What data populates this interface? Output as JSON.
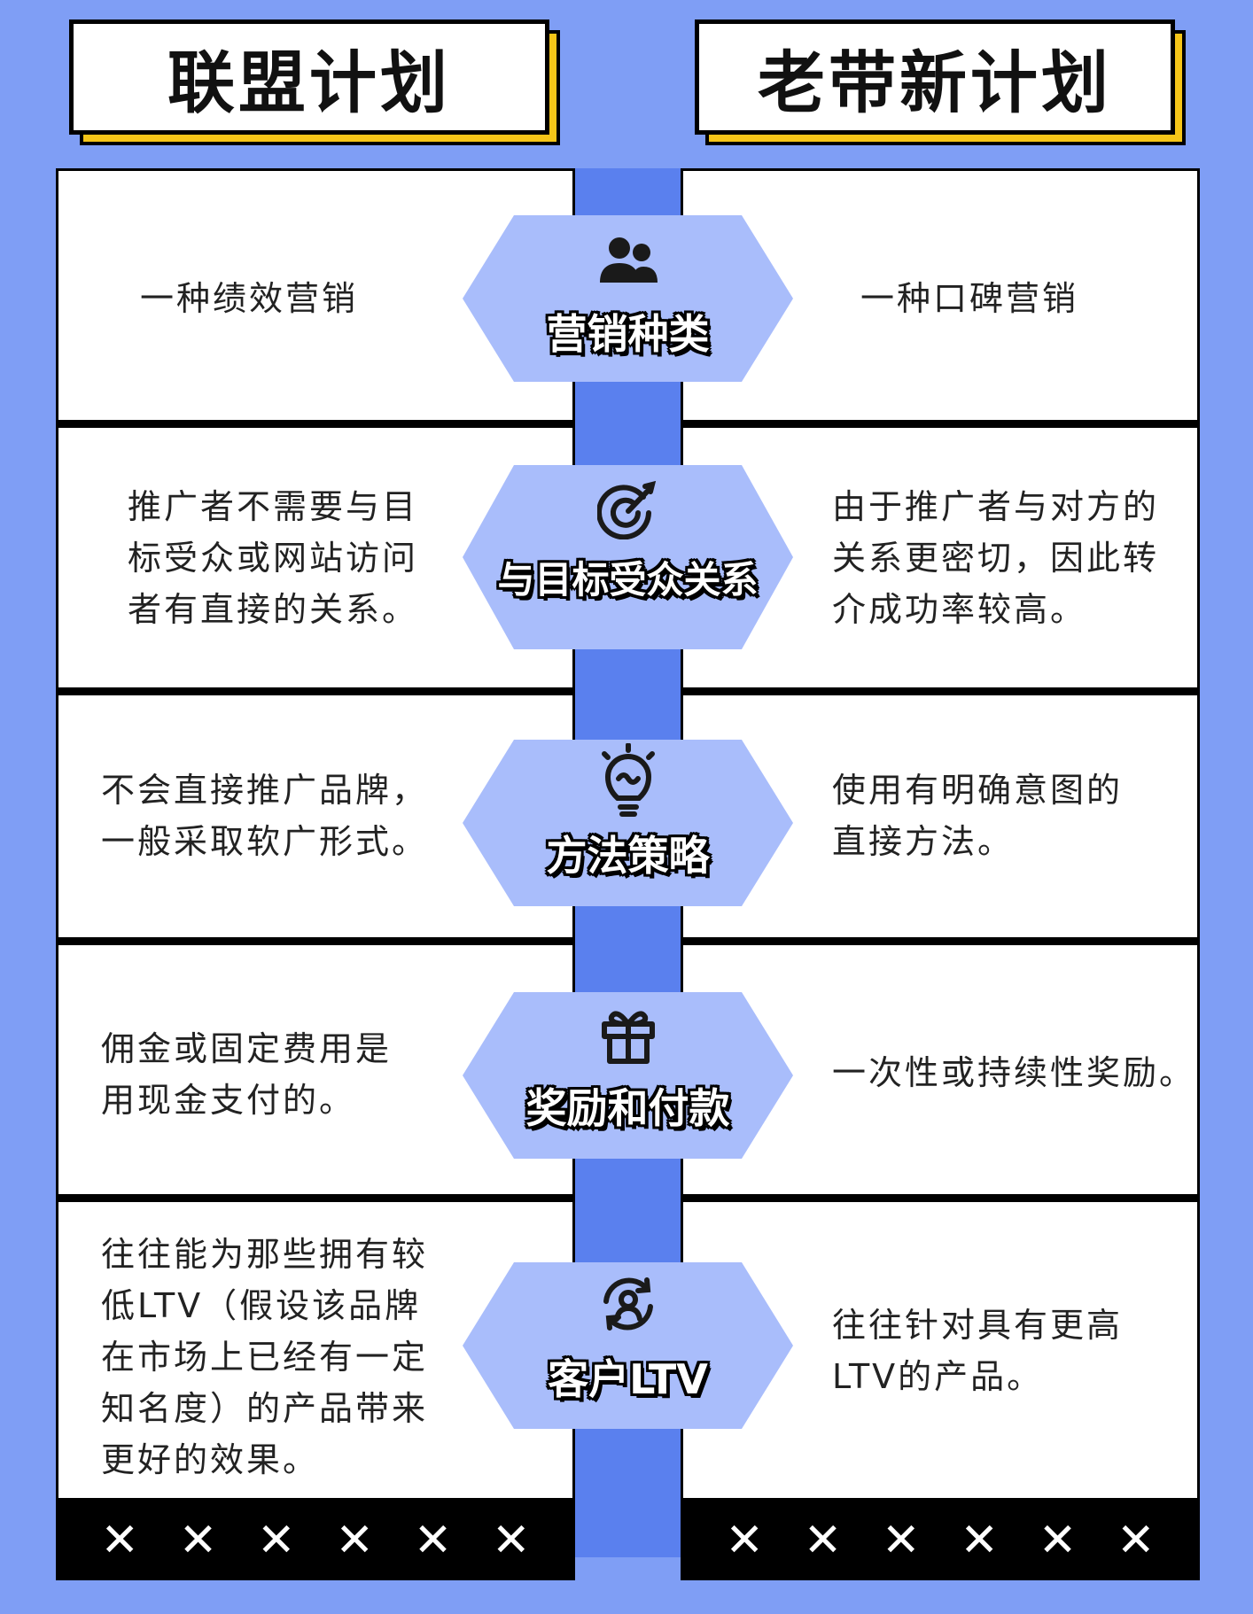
{
  "header": {
    "left_title": "联盟计划",
    "right_title": "老带新计划"
  },
  "rows": [
    {
      "category": "营销种类",
      "icon": "users-icon",
      "left": [
        "一种绩效营销"
      ],
      "right": [
        "一种口碑营销"
      ]
    },
    {
      "category": "与目标受众关系",
      "icon": "target-icon",
      "left": [
        "推广者不需要与目",
        "标受众或网站访问",
        "者有直接的关系。"
      ],
      "right": [
        "由于推广者与对方的",
        "关系更密切，因此转",
        "介成功率较高。"
      ]
    },
    {
      "category": "方法策略",
      "icon": "lightbulb-icon",
      "left": [
        "不会直接推广品牌，",
        "一般采取软广形式。"
      ],
      "right": [
        "使用有明确意图的",
        "直接方法。"
      ]
    },
    {
      "category": "奖励和付款",
      "icon": "gift-icon",
      "left": [
        "佣金或固定费用是",
        "用现金支付的。"
      ],
      "right": [
        "一次性或持续性奖励。"
      ]
    },
    {
      "category": "客户LTV",
      "icon": "customer-cycle-icon",
      "left": [
        "往往能为那些拥有较",
        "低LTV（假设该品牌",
        "在市场上已经有一定",
        "知名度）的产品带来",
        "更好的效果。"
      ],
      "right": [
        "往往针对具有更高",
        "LTV的产品。"
      ]
    }
  ],
  "decor": {
    "mark": "✕"
  },
  "colors": {
    "background": "#7f9ef5",
    "spine": "#5a80ee",
    "hexagon": "#a9bdfb",
    "title_shadow": "#f5c518"
  }
}
